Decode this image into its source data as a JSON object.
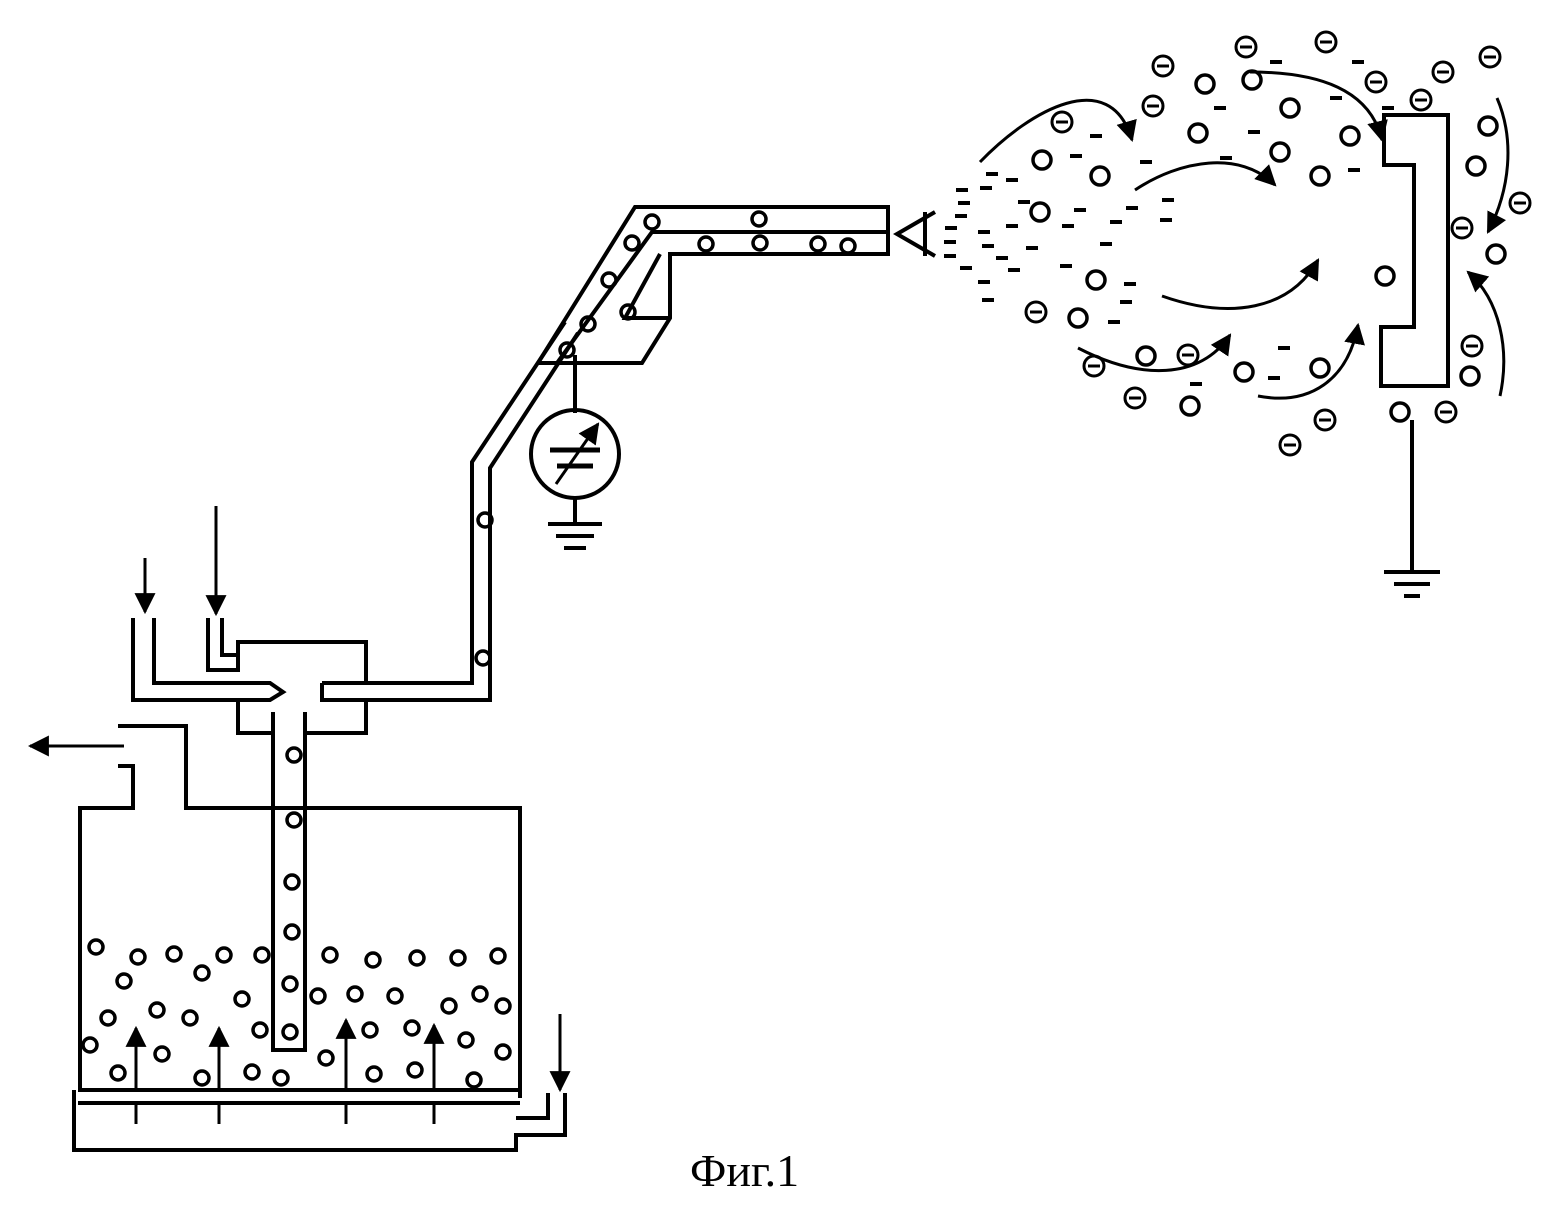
{
  "figure": {
    "caption": "Фиг.1"
  },
  "components": {
    "fluidized_bed_vessel": "fluidized-bed-vessel",
    "ejector": "venturi-ejector",
    "transport_pipe": "powder-transport-pipe",
    "spray_gun": "electrostatic-spray-gun",
    "high_voltage_source": "adjustable-dc-source",
    "workpiece": "grounded-workpiece"
  },
  "symbols": {
    "particle": "o",
    "negative_ion": "⊖",
    "negative_charge": "–"
  },
  "colors": {
    "ink": "#000000",
    "background": "#ffffff"
  }
}
